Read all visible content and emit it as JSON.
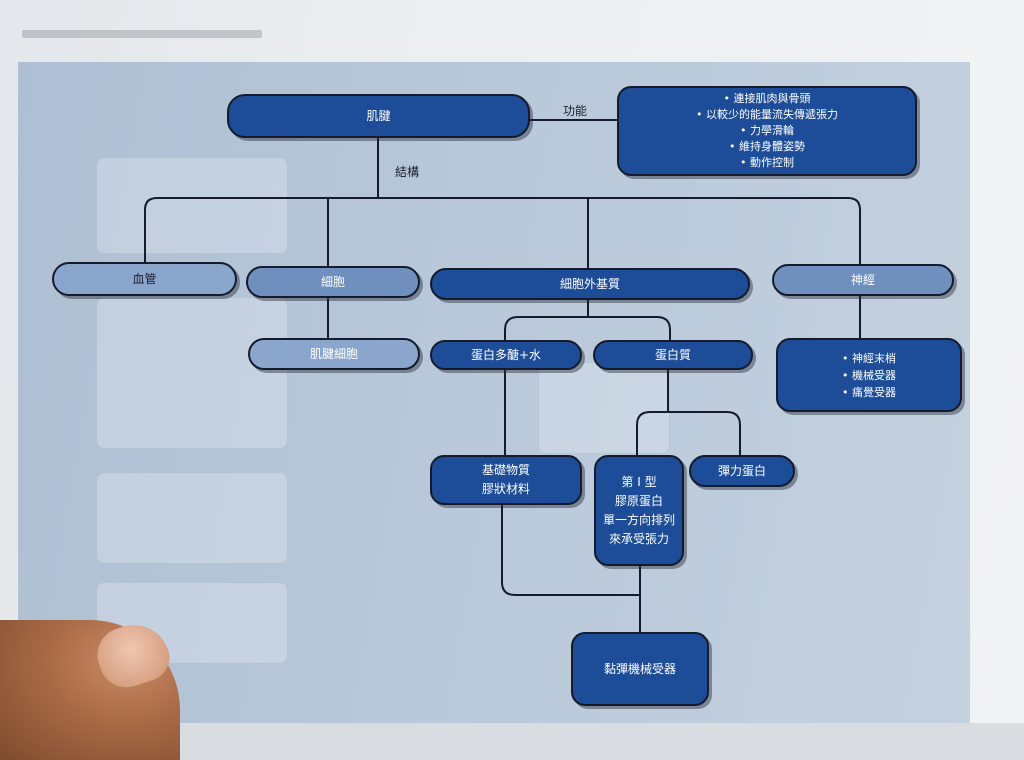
{
  "diagram": {
    "root": {
      "label": "肌腱"
    },
    "edge_labels": {
      "function": "功能",
      "structure": "結構"
    },
    "function_box": {
      "items": [
        "連接肌肉與骨頭",
        "以較少的能量流失傳遞張力",
        "力學滑輪",
        "維持身體姿勢",
        "動作控制"
      ]
    },
    "structure": {
      "vessels": "血管",
      "cells": "細胞",
      "ecm": "細胞外基質",
      "nerves": "神經"
    },
    "tenocytes": "肌腱細胞",
    "proteoglycan_water": "蛋白多醣+水",
    "protein": "蛋白質",
    "nerve_box": {
      "items": [
        "神經末梢",
        "機械受器",
        "痛覺受器"
      ]
    },
    "ground_substance": [
      "基礎物質",
      "膠狀材料"
    ],
    "collagen": [
      "第 I 型",
      "膠原蛋白",
      "單一方向排列",
      "來承受張力"
    ],
    "elastin": "彈力蛋白",
    "viscoelastic": "黏彈機械受器"
  },
  "colors": {
    "dark": "#1d4c98",
    "mid": "#6f8fbe",
    "light": "#8aa6cc",
    "line": "#151b2a"
  }
}
